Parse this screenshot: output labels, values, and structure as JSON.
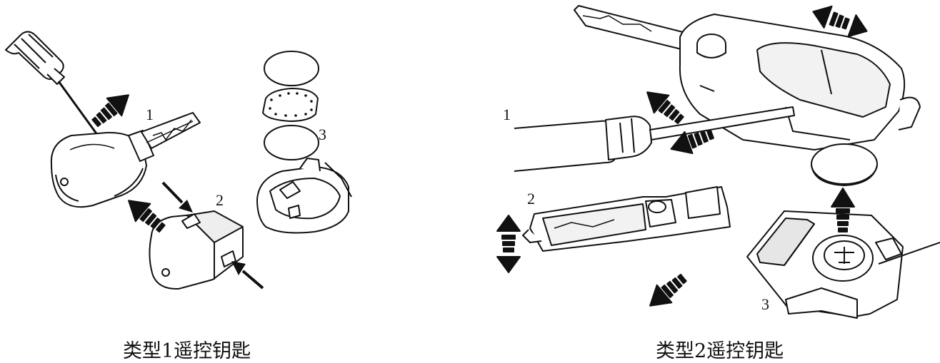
{
  "figures": [
    {
      "caption": "类型1遥控钥匙",
      "callouts": [
        "1",
        "2",
        "3"
      ]
    },
    {
      "caption": "类型2遥控钥匙",
      "callouts": [
        "1",
        "2",
        "3"
      ]
    }
  ],
  "colors": {
    "line": "#111111",
    "fill": "#ffffff",
    "shade": "#d9d9d9",
    "arrow": "#111111"
  }
}
